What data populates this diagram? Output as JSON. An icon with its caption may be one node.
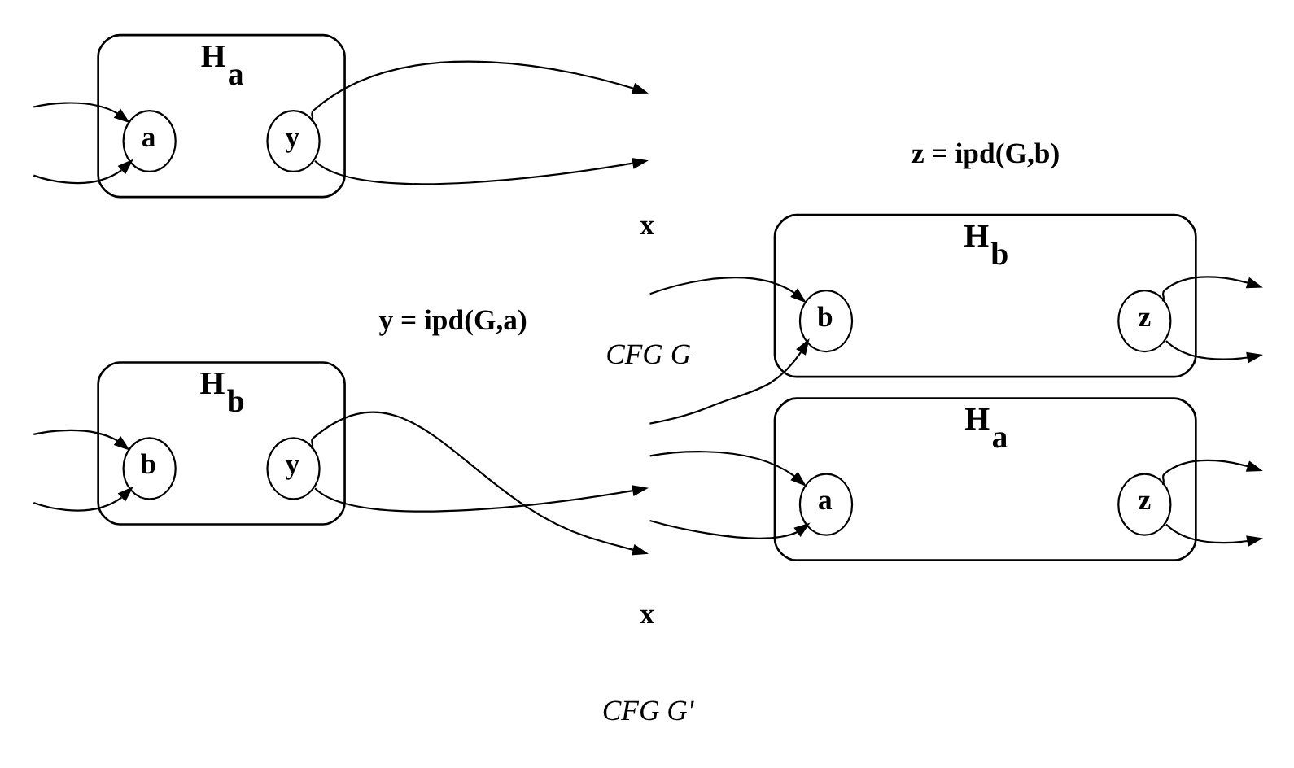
{
  "diagram": {
    "nodes": [
      {
        "text": [
          "H$_{a}$"
        ]
      },
      {
        "text": [
          "a"
        ],
        "in": 0
      },
      {
        "text": [
          "y"
        ],
        "in": 0
      },
      {
        "text": [
          "H$_{b}$"
        ]
      },
      {
        "text": [
          "b"
        ],
        "in": 3
      },
      {
        "text": [
          "z"
        ],
        "in": 3
      },
      {
        "text": [
          "H$_{b}$"
        ]
      },
      {
        "text": [
          "b"
        ],
        "in": 6
      },
      {
        "text": [
          "y"
        ],
        "in": 6
      },
      {
        "text": [
          "H$_{a}$"
        ]
      },
      {
        "text": [
          "a"
        ],
        "in": 9
      },
      {
        "text": [
          "z"
        ],
        "in": 9
      }
    ],
    "edges": [
      {
        "from": null,
        "to": 1,
        "arrow": "to"
      },
      {
        "from": null,
        "to": 1,
        "arrow": "to"
      },
      {
        "from": 2,
        "to": null,
        "arrow": "to"
      },
      {
        "from": 2,
        "to": null,
        "arrow": "to"
      },
      {
        "from": null,
        "to": 4,
        "arrow": "to"
      },
      {
        "from": null,
        "to": 4,
        "arrow": "to"
      },
      {
        "from": 5,
        "to": null,
        "arrow": "to"
      },
      {
        "from": 5,
        "to": null,
        "arrow": "to"
      },
      {
        "from": null,
        "to": 7,
        "arrow": "to"
      },
      {
        "from": null,
        "to": 7,
        "arrow": "to"
      },
      {
        "from": 8,
        "to": null,
        "arrow": "to"
      },
      {
        "from": 8,
        "to": null,
        "arrow": "to"
      },
      {
        "from": null,
        "to": 10,
        "arrow": "to"
      },
      {
        "from": null,
        "to": 10,
        "arrow": "to"
      },
      {
        "from": 11,
        "to": null,
        "arrow": "to"
      },
      {
        "from": 11,
        "to": null,
        "arrow": "to"
      }
    ],
    "labels": [
      "x",
      "CFG G",
      "x",
      "CFG G'",
      "y = ipd(G,a)",
      "z = ipd(G,b)"
    ]
  }
}
